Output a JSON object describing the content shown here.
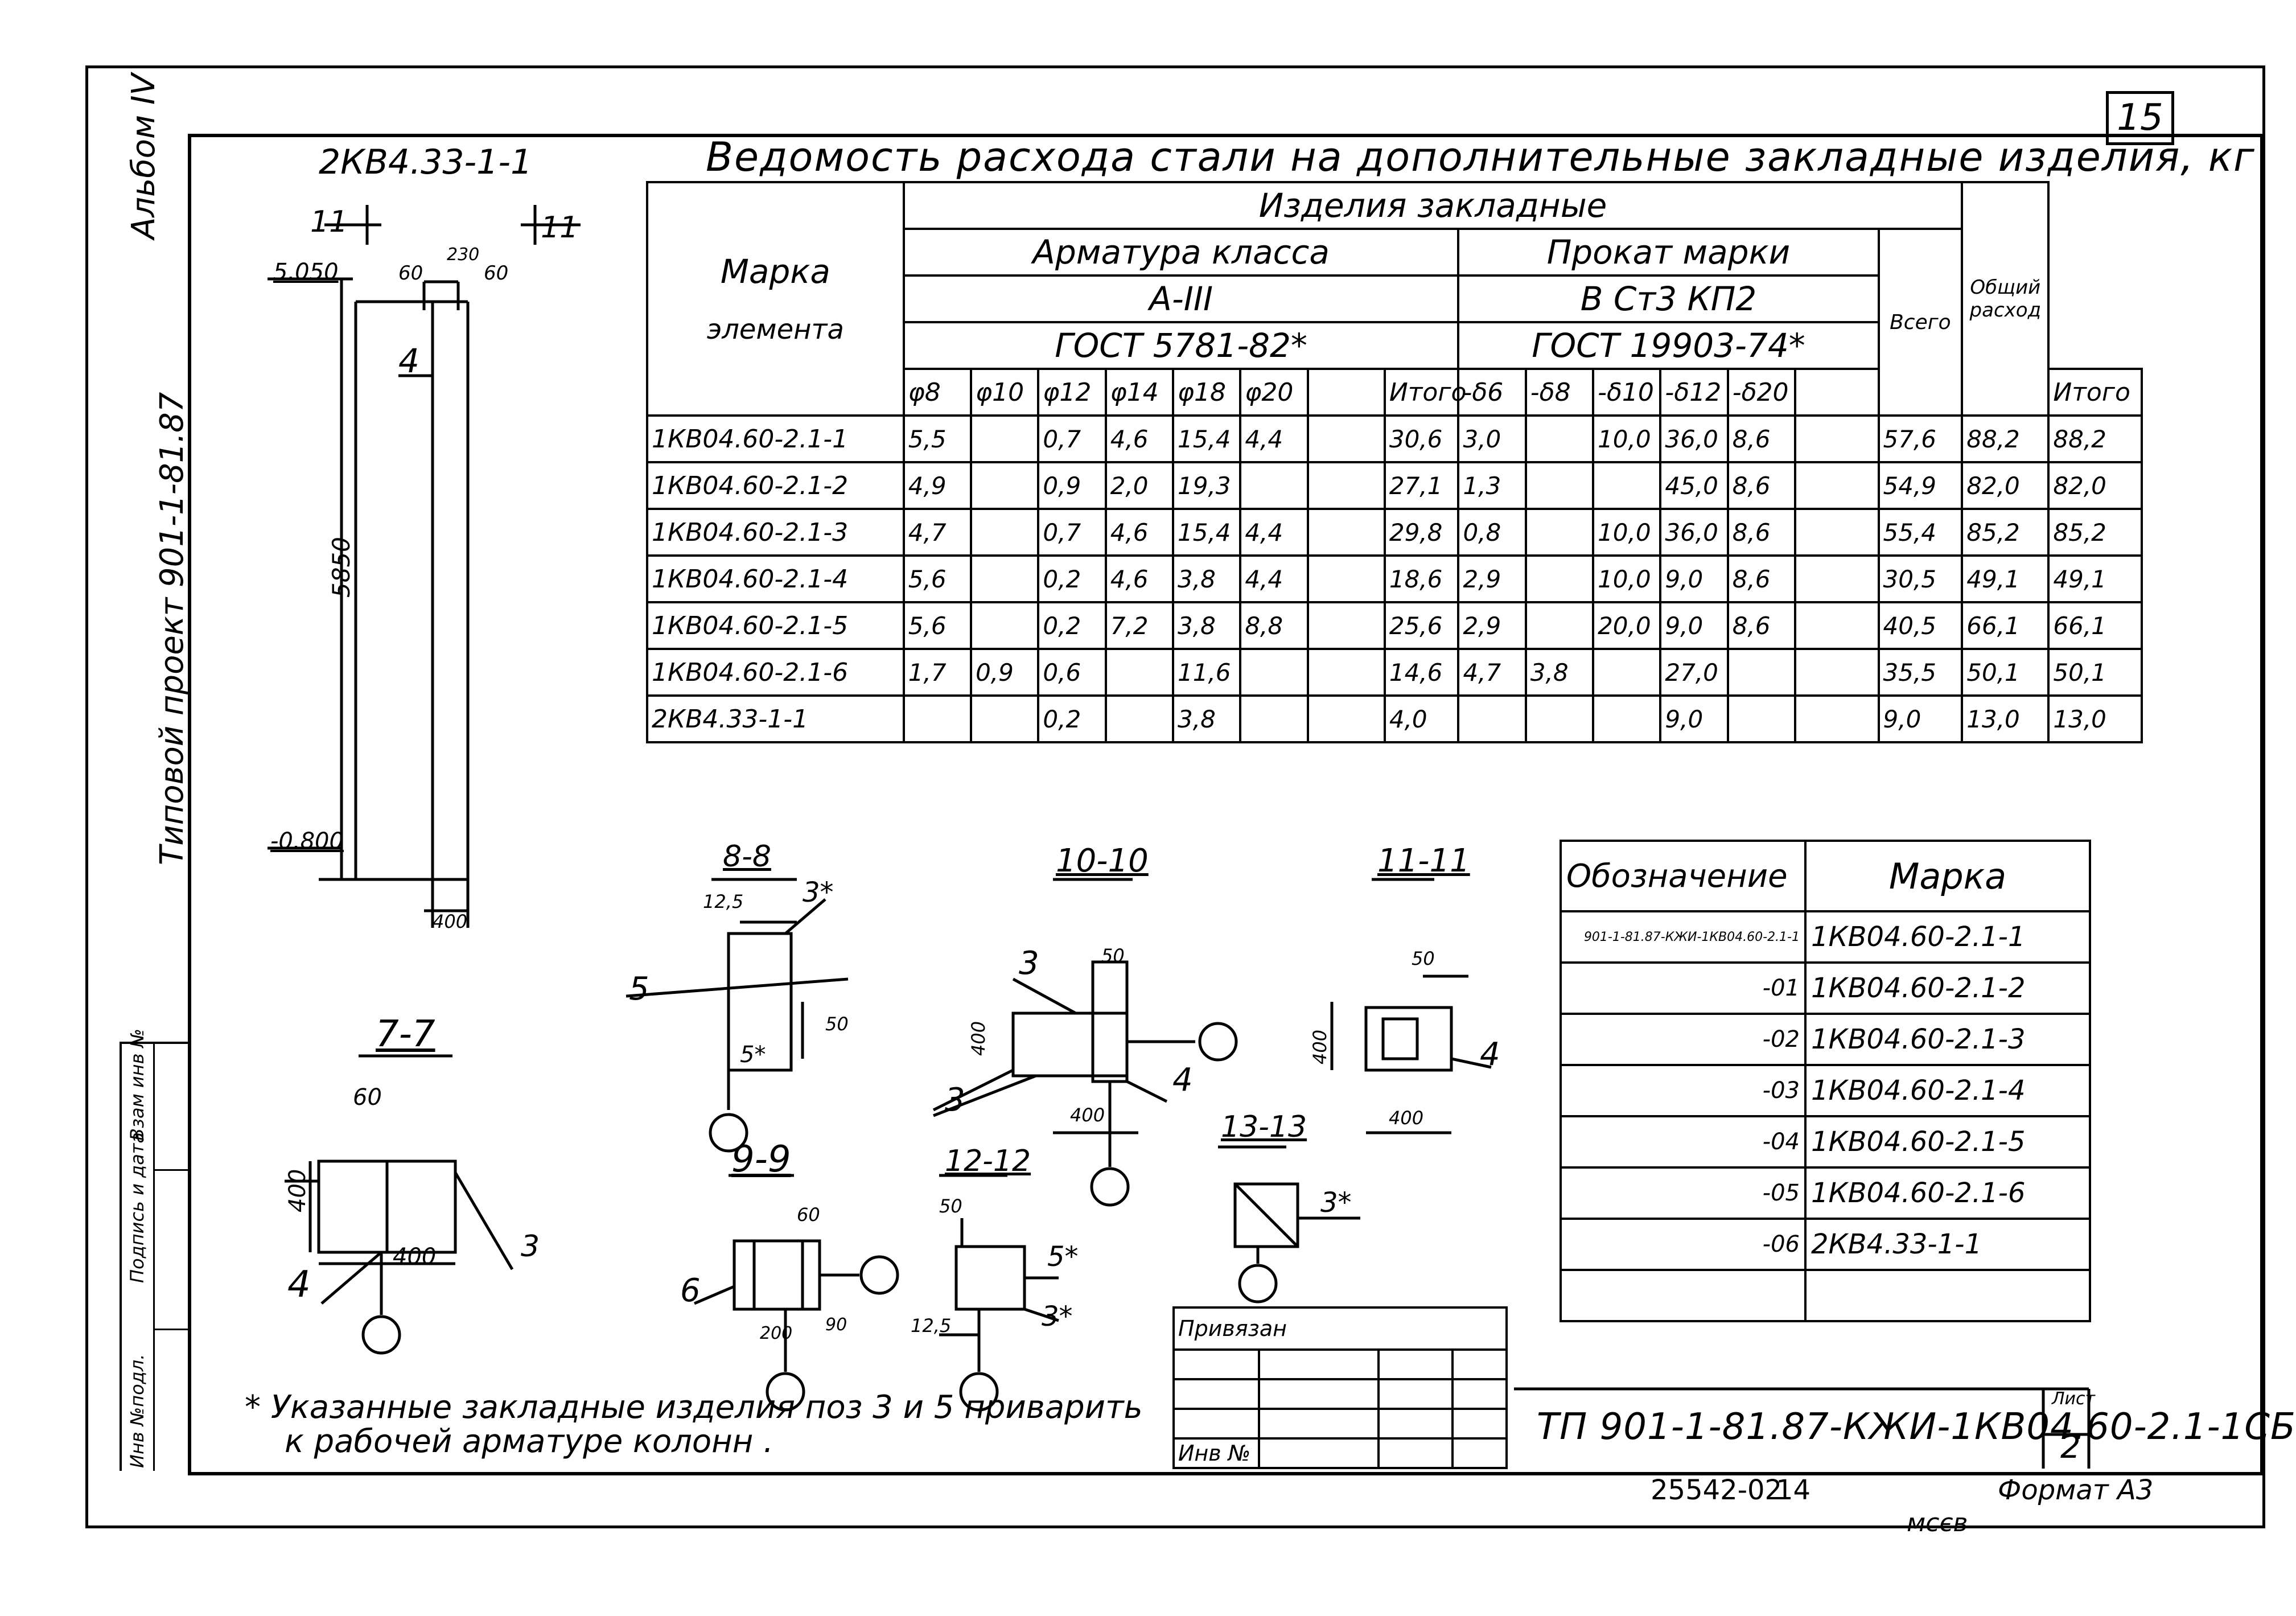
{
  "sheet_number": "15",
  "side_labels": {
    "album": "Альбом IV",
    "project": "Типовой проект 901-1-81.87"
  },
  "column": {
    "title": "2КВ4.33-1-1",
    "section_marker": "11",
    "elev_top": "5.050",
    "elev_bottom": "-0.800",
    "height_dim": "5850",
    "width_dim": "400",
    "top_dims": [
      "60",
      "230",
      "60"
    ],
    "pos_label": "4"
  },
  "table": {
    "title": "Ведомость расхода стали на дополнительные закладные изделия, кг",
    "head_element": [
      "Марка",
      "элемента"
    ],
    "head_items": "Изделия закладные",
    "head_rebar_class": "Арматура класса",
    "head_rebar_grade": "А-III",
    "head_rebar_gost": "ГОСТ 5781-82*",
    "head_rolled": "Прокат марки",
    "head_rolled_grade": "В Ст3 КП2",
    "head_rolled_gost": "ГОСТ 19903-74*",
    "head_total": "Всего",
    "head_overall": "Общий расход",
    "rebar_cols": [
      "φ8",
      "φ10",
      "φ12",
      "φ14",
      "φ18",
      "φ20",
      "",
      "Итого"
    ],
    "rolled_cols": [
      "-δ6",
      "-δ8",
      "-δ10",
      "-δ12",
      "-δ20",
      "",
      "Итого"
    ],
    "rows": [
      {
        "mark": "1КВ04.60-2.1-1",
        "r": [
          "5,5",
          "",
          "0,7",
          "4,6",
          "15,4",
          "4,4",
          "",
          "30,6"
        ],
        "p": [
          "3,0",
          "",
          "10,0",
          "36,0",
          "8,6",
          "",
          "57,6"
        ],
        "total": "88,2",
        "overall": "88,2"
      },
      {
        "mark": "1КВ04.60-2.1-2",
        "r": [
          "4,9",
          "",
          "0,9",
          "2,0",
          "19,3",
          "",
          "",
          "27,1"
        ],
        "p": [
          "1,3",
          "",
          "",
          "45,0",
          "8,6",
          "",
          "54,9"
        ],
        "total": "82,0",
        "overall": "82,0"
      },
      {
        "mark": "1КВ04.60-2.1-3",
        "r": [
          "4,7",
          "",
          "0,7",
          "4,6",
          "15,4",
          "4,4",
          "",
          "29,8"
        ],
        "p": [
          "0,8",
          "",
          "10,0",
          "36,0",
          "8,6",
          "",
          "55,4"
        ],
        "total": "85,2",
        "overall": "85,2"
      },
      {
        "mark": "1КВ04.60-2.1-4",
        "r": [
          "5,6",
          "",
          "0,2",
          "4,6",
          "3,8",
          "4,4",
          "",
          "18,6"
        ],
        "p": [
          "2,9",
          "",
          "10,0",
          "9,0",
          "8,6",
          "",
          "30,5"
        ],
        "total": "49,1",
        "overall": "49,1"
      },
      {
        "mark": "1КВ04.60-2.1-5",
        "r": [
          "5,6",
          "",
          "0,2",
          "7,2",
          "3,8",
          "8,8",
          "",
          "25,6"
        ],
        "p": [
          "2,9",
          "",
          "20,0",
          "9,0",
          "8,6",
          "",
          "40,5"
        ],
        "total": "66,1",
        "overall": "66,1"
      },
      {
        "mark": "1КВ04.60-2.1-6",
        "r": [
          "1,7",
          "0,9",
          "0,6",
          "",
          "11,6",
          "",
          "",
          "14,6"
        ],
        "p": [
          "4,7",
          "3,8",
          "",
          "27,0",
          "",
          "",
          "35,5"
        ],
        "total": "50,1",
        "overall": "50,1"
      },
      {
        "mark": "2КВ4.33-1-1",
        "r": [
          "",
          "",
          "0,2",
          "",
          "3,8",
          "",
          "",
          "4,0"
        ],
        "p": [
          "",
          "",
          "",
          "9,0",
          "",
          "",
          "9,0"
        ],
        "total": "13,0",
        "overall": "13,0"
      }
    ]
  },
  "marks_table": {
    "head_designation": "Обозначение",
    "head_mark": "Марка",
    "rows": [
      {
        "designation": "901-1-81.87-КЖИ-1КВ04.60-2.1-1",
        "mark": "1КВ04.60-2.1-1"
      },
      {
        "designation": "-01",
        "mark": "1КВ04.60-2.1-2"
      },
      {
        "designation": "-02",
        "mark": "1КВ04.60-2.1-3"
      },
      {
        "designation": "-03",
        "mark": "1КВ04.60-2.1-4"
      },
      {
        "designation": "-04",
        "mark": "1КВ04.60-2.1-5"
      },
      {
        "designation": "-05",
        "mark": "1КВ04.60-2.1-6"
      },
      {
        "designation": "-06",
        "mark": "2КВ4.33-1-1"
      },
      {
        "designation": "",
        "mark": ""
      }
    ]
  },
  "sections": {
    "s7": "7-7",
    "s8": "8-8",
    "s9": "9-9",
    "s10": "10-10",
    "s11": "11-11",
    "s12": "12-12",
    "s13": "13-13",
    "dim_400": "400",
    "dim_60": "60",
    "dim_50": "50",
    "dim_125": "12,5",
    "dim_200": "200",
    "dim_90": "90",
    "pos3": "3",
    "pos4": "4",
    "pos5": "5",
    "pos6": "6",
    "pos3s": "3*",
    "pos5s": "5*"
  },
  "note": {
    "line1": "* Указанные закладные изделия поз 3 и 5 приварить",
    "line2": "к рабочей арматуре колонн ."
  },
  "stamp": {
    "bound": "Привязан",
    "inv": "Инв №",
    "code": "ТП 901-1-81.87-КЖИ-1КВ04.60-2.1-1СБ",
    "sheet_label": "Лист",
    "sheet": "2"
  },
  "left_strip": [
    "Инв №подл.",
    "Подпись и дата",
    "Взам инв №"
  ],
  "footer": {
    "order": "25542-02",
    "page": "14",
    "format": "Формат А3",
    "copy": "мсєв"
  }
}
